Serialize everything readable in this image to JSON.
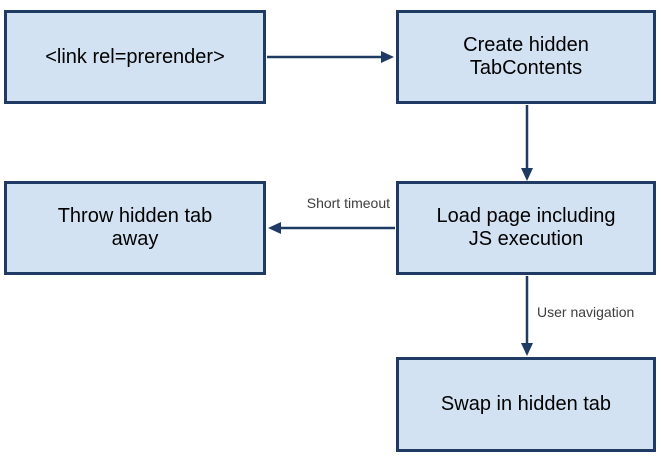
{
  "colors": {
    "background": "#ffffff",
    "box_fill": "#d3e2f2",
    "box_border": "#1f3b63",
    "arrow": "#1f3b63",
    "text": "#000000",
    "label_text": "#3d3d3d"
  },
  "diagram": {
    "type": "flowchart",
    "nodes": [
      {
        "id": "link-rel-prerender",
        "label": "<link rel=prerender>"
      },
      {
        "id": "create-hidden-tabcontents",
        "label": "Create hidden\nTabContents"
      },
      {
        "id": "throw-hidden-tab-away",
        "label": "Throw hidden tab\naway"
      },
      {
        "id": "load-page-js-execution",
        "label": "Load page including\nJS execution"
      },
      {
        "id": "swap-in-hidden-tab",
        "label": "Swap in hidden tab"
      }
    ],
    "edges": [
      {
        "from": "link-rel-prerender",
        "to": "create-hidden-tabcontents",
        "label": ""
      },
      {
        "from": "create-hidden-tabcontents",
        "to": "load-page-js-execution",
        "label": ""
      },
      {
        "from": "load-page-js-execution",
        "to": "throw-hidden-tab-away",
        "label": "Short timeout"
      },
      {
        "from": "load-page-js-execution",
        "to": "swap-in-hidden-tab",
        "label": "User navigation"
      }
    ]
  }
}
